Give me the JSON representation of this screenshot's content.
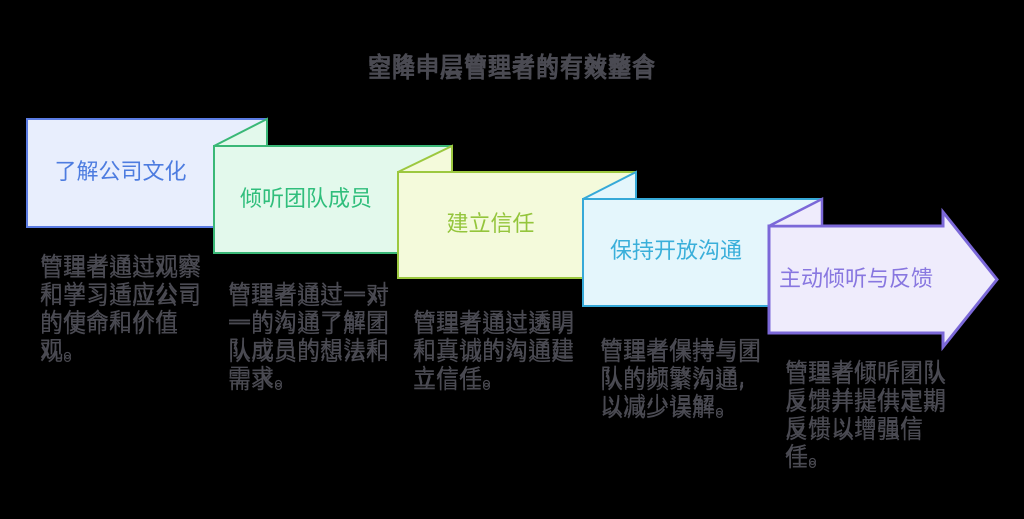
{
  "page": {
    "background": "#000000"
  },
  "title": {
    "text": "空降中层管理者的有效整合",
    "color": "#4A4A52"
  },
  "description_color": "#4A4A52",
  "steps": [
    {
      "label": "了解公司文化",
      "description": "管理者通过观察和学习适应公司的使命和价值观。",
      "description_lines": [
        "管理者通过观察",
        "和学习适应公司",
        "的使命和价值",
        "观。"
      ],
      "colors": {
        "fill": "#E8EEFD",
        "border": "#5B7CE3",
        "label": "#4D7CE0"
      }
    },
    {
      "label": "倾听团队成员",
      "description": "管理者通过一对一的沟通了解团队成员的想法和需求。",
      "description_lines": [
        "管理者通过一对",
        "一的沟通了解团",
        "队成员的想法和",
        "需求。"
      ],
      "colors": {
        "fill": "#E3F9EC",
        "border": "#3AB877",
        "label": "#30BE7C"
      }
    },
    {
      "label": "建立信任",
      "description": "管理者通过透明和真诚的沟通建立信任。",
      "description_lines": [
        "管理者通过透明",
        "和真诚的沟通建",
        "立信任。"
      ],
      "colors": {
        "fill": "#F4FADB",
        "border": "#9CC83F",
        "label": "#94C53C"
      }
    },
    {
      "label": "保持开放沟通",
      "description": "管理者保持与团队的频繁沟通,以减少误解。",
      "description_lines": [
        "管理者保持与团",
        "队的频繁沟通,",
        "以减少误解。"
      ],
      "colors": {
        "fill": "#E4F6FC",
        "border": "#36A9D8",
        "label": "#3AAFDA"
      }
    },
    {
      "label": "主动倾听与反馈",
      "description": "管理者倾听团队反馈并提供定期反馈以增强信任。",
      "description_lines": [
        "管理者倾听团队",
        "反馈并提供定期",
        "反馈以增强信",
        "任。"
      ],
      "colors": {
        "fill": "#EFECFC",
        "border": "#7B68D8",
        "label": "#8877E0"
      }
    }
  ]
}
